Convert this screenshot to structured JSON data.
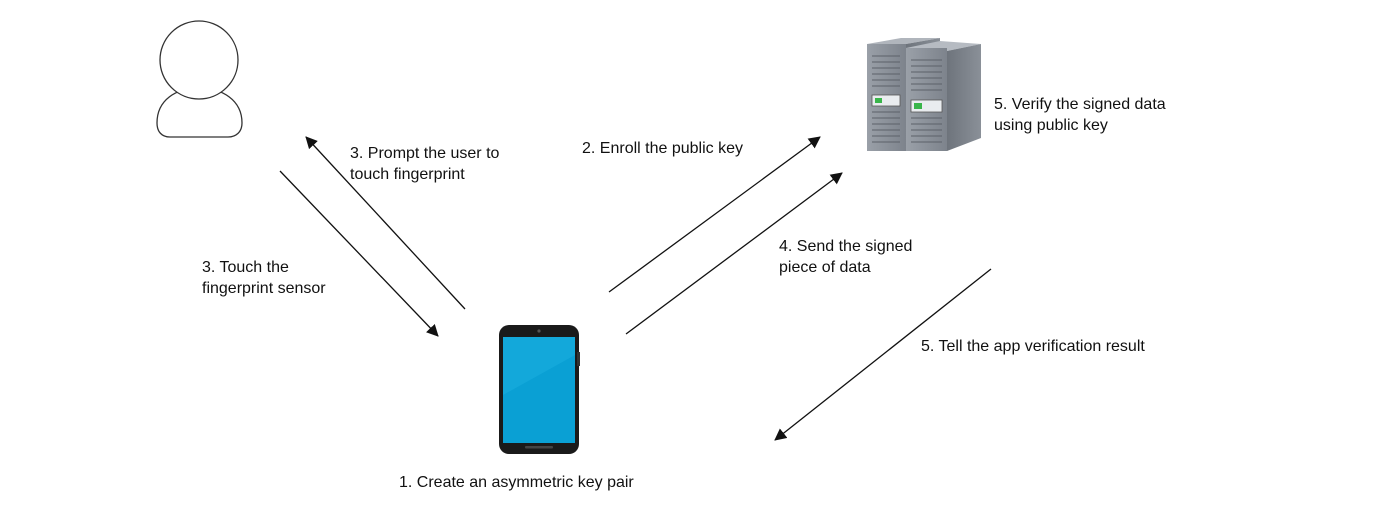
{
  "diagram": {
    "actors": {
      "user": {
        "icon": "user-icon"
      },
      "phone": {
        "icon": "smartphone-icon"
      },
      "server": {
        "icon": "server-icon"
      }
    },
    "labels": {
      "create_key_pair": "1. Create an asymmetric key pair",
      "enroll_public_key": "2. Enroll the public key",
      "prompt_user": {
        "line1": "3. Prompt the user to",
        "line2": "touch fingerprint"
      },
      "touch_sensor": {
        "line1": "3. Touch the",
        "line2": "fingerprint sensor"
      },
      "send_signed": {
        "line1": "4. Send the signed",
        "line2": "piece of data"
      },
      "verify_signed": {
        "line1": "5. Verify the signed data",
        "line2": "using public key"
      },
      "tell_result": "5. Tell the app verification result"
    },
    "colors": {
      "phone_screen": "#0aa0d4",
      "phone_body": "#1a1a1a",
      "server_body": "#8a9099",
      "arrow": "#111111"
    }
  }
}
